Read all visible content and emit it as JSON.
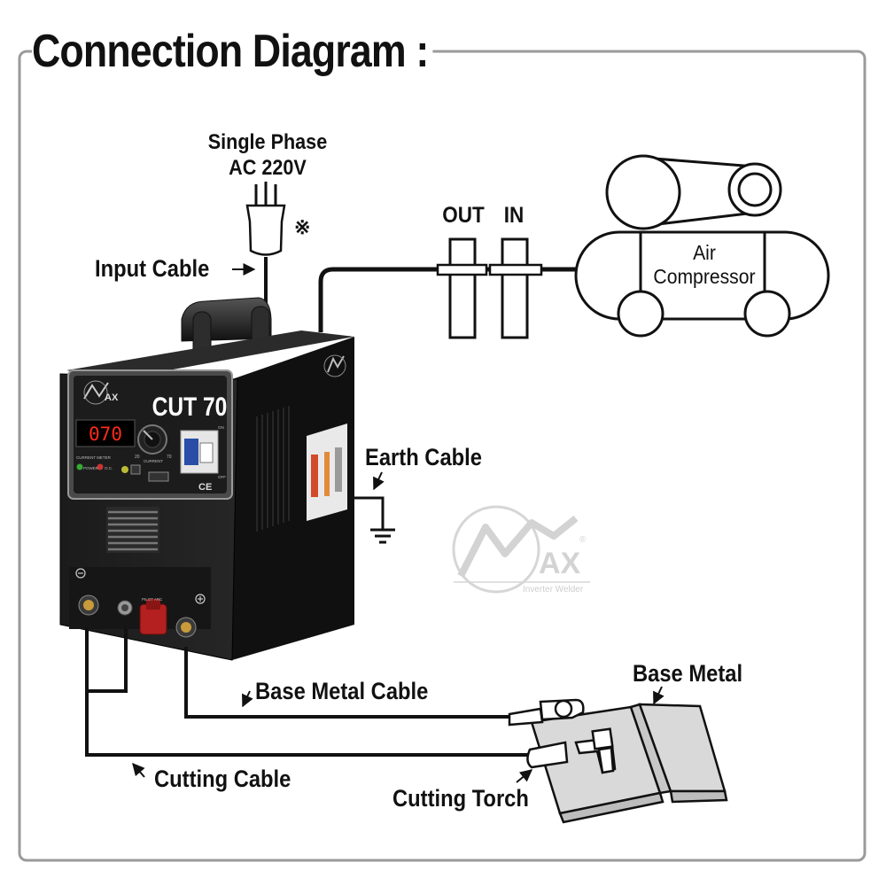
{
  "title": "Connection Diagram :",
  "power": {
    "line1": "Single Phase",
    "line2": "AC 220V",
    "mark": "※"
  },
  "labels": {
    "input_cable": "Input Cable",
    "out": "OUT",
    "in": "IN",
    "air_line1": "Air",
    "air_line2": "Compressor",
    "earth_cable": "Earth Cable",
    "base_metal_cable": "Base Metal Cable",
    "base_metal": "Base Metal",
    "cutting_cable": "Cutting Cable",
    "cutting_torch": "Cutting Torch"
  },
  "machine": {
    "model": "CUT 70",
    "display": "070",
    "brand": "AX",
    "ce": "CE",
    "panel_current": "CURRENT",
    "panel_meter": "CURRENT METER",
    "panel_power": "POWER",
    "panel_oc": "O.C.",
    "panel_pilot": "PILOT ARC",
    "panel_on": "ON",
    "panel_off": "OFF",
    "knob_min": "20",
    "knob_max": "70"
  },
  "watermark": {
    "brand": "AX",
    "sub": "Inverter Welder"
  },
  "colors": {
    "line": "#111111",
    "machine_body": "#1a1a1a",
    "machine_side": "#0c0c0c",
    "display_digits": "#ff2a1a",
    "plasma_port": "#b3201f",
    "brass": "#c99b3a",
    "metal_plate": "#d9d9d9",
    "border": "#9a9a9a",
    "watermark": "#d2d2d2"
  }
}
